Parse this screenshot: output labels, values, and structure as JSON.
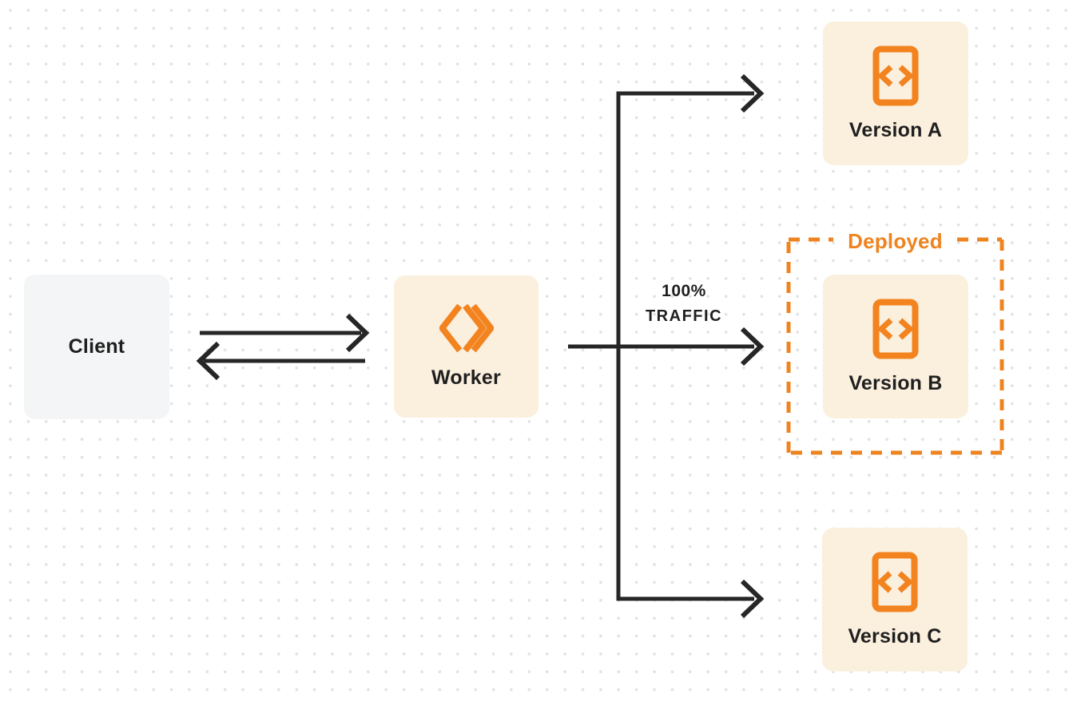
{
  "colors": {
    "accent_orange": "#F2831F",
    "deployed_orange": "#EE8420",
    "box_cream": "#FBEFDE",
    "box_gray": "#F4F5F6",
    "arrow_dark": "#262626",
    "label_dark": "#1F1F1F",
    "dot_grid": "#E1E1E3",
    "background": "#FFFFFF"
  },
  "diagram": {
    "client": {
      "label": "Client"
    },
    "worker": {
      "label": "Worker",
      "icon": "cloudflare-workers-logo"
    },
    "traffic_label": {
      "line1": "100%",
      "line2": "TRAFFIC"
    },
    "deployed": {
      "label": "Deployed"
    },
    "versions": [
      {
        "id": "version-a",
        "label": "Version A",
        "icon": "code-document"
      },
      {
        "id": "version-b",
        "label": "Version B",
        "icon": "code-document",
        "status": "Deployed"
      },
      {
        "id": "version-c",
        "label": "Version C",
        "icon": "code-document"
      }
    ]
  }
}
